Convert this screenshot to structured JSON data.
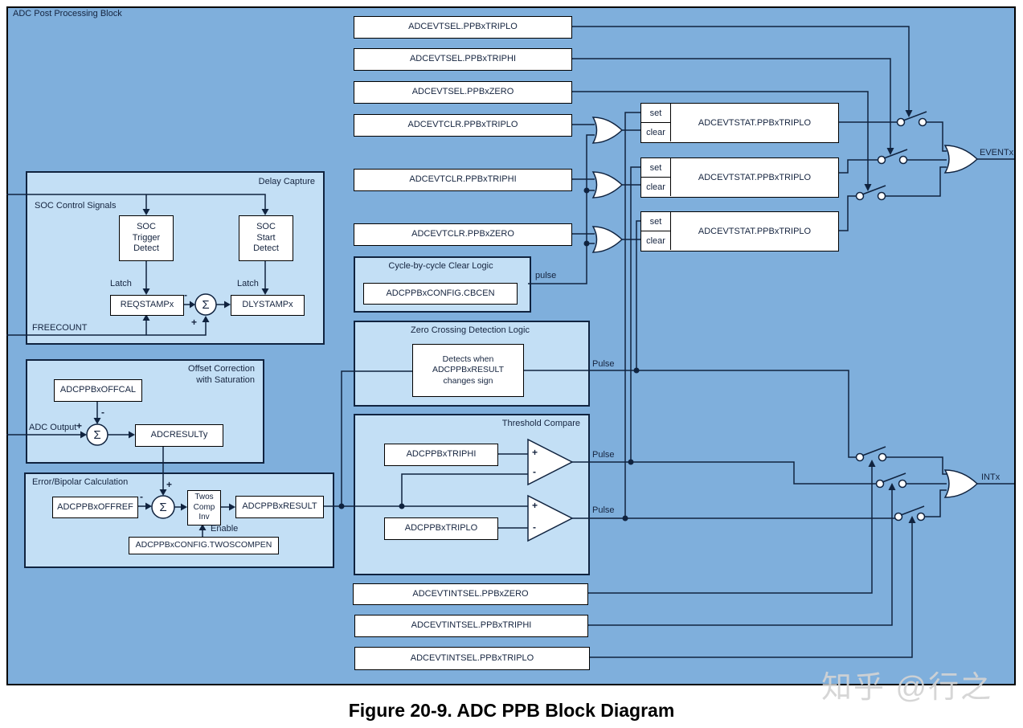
{
  "colors": {
    "background": "#7FAFDC",
    "panel": "#C3DFF5",
    "wire": "#10233f",
    "box": "#ffffff",
    "watermark": "#d2d2d2"
  },
  "block": {
    "title": "ADC Post Processing Block"
  },
  "caption": "Figure 20-9. ADC PPB Block Diagram",
  "watermark": "知乎 @行之",
  "outputs": {
    "event": "EVENTx",
    "int": "INTx"
  },
  "registers": {
    "evtsel": [
      "ADCEVTSEL.PPBxTRIPLO",
      "ADCEVTSEL.PPBxTRIPHI",
      "ADCEVTSEL.PPBxZERO"
    ],
    "evtclr": [
      "ADCEVTCLR.PPBxTRIPLO",
      "ADCEVTCLR.PPBxTRIPHI",
      "ADCEVTCLR.PPBxZERO"
    ],
    "evtstat": [
      "ADCEVTSTAT.PPBxTRIPLO",
      "ADCEVTSTAT.PPBxTRIPLO",
      "ADCEVTSTAT.PPBxTRIPLO"
    ],
    "evtintsel": [
      "ADCEVTINTSEL.PPBxZERO",
      "ADCEVTINTSEL.PPBxTRIPHI",
      "ADCEVTINTSEL.PPBxTRIPLO"
    ]
  },
  "latch": {
    "set": "set",
    "clear": "clear"
  },
  "delay_capture": {
    "title": "Delay Capture",
    "soc_signals": "SOC Control Signals",
    "trigger_detect": "SOC\nTrigger\nDetect",
    "start_detect": "SOC\nStart\nDetect",
    "latch_left": "Latch",
    "latch_right": "Latch",
    "reqstamp": "REQSTAMPx",
    "dlystamp": "DLYSTAMPx",
    "freecount": "FREECOUNT",
    "sigma": "Σ",
    "minus": "-",
    "plus": "+"
  },
  "offset_correction": {
    "title": "Offset Correction\nwith Saturation",
    "offcal": "ADCPPBxOFFCAL",
    "adc_output": "ADC Output",
    "result": "ADCRESULTy",
    "sigma": "Σ",
    "plus": "+",
    "minus": "-"
  },
  "error_bipolar": {
    "title": "Error/Bipolar Calculation",
    "offref": "ADCPPBxOFFREF",
    "twos_comp": "Twos\nComp\nInv",
    "result": "ADCPPBxRESULT",
    "enable": "Enable",
    "config": "ADCPPBxCONFIG.TWOSCOMPEN",
    "sigma": "Σ",
    "plus": "+",
    "minus": "-"
  },
  "cbc": {
    "title": "Cycle-by-cycle Clear Logic",
    "cbcen": "ADCPPBxCONFIG.CBCEN",
    "pulse": "pulse"
  },
  "zero_cross": {
    "title": "Zero Crossing Detection Logic",
    "detect": "Detects when\nADCPPBxRESULT\nchanges sign",
    "pulse": "Pulse"
  },
  "threshold": {
    "title": "Threshold Compare",
    "triphi": "ADCPPBxTRIPHI",
    "triplo": "ADCPPBxTRIPLO",
    "pulse_hi": "Pulse",
    "pulse_lo": "Pulse",
    "plus": "+",
    "minus": "-"
  }
}
